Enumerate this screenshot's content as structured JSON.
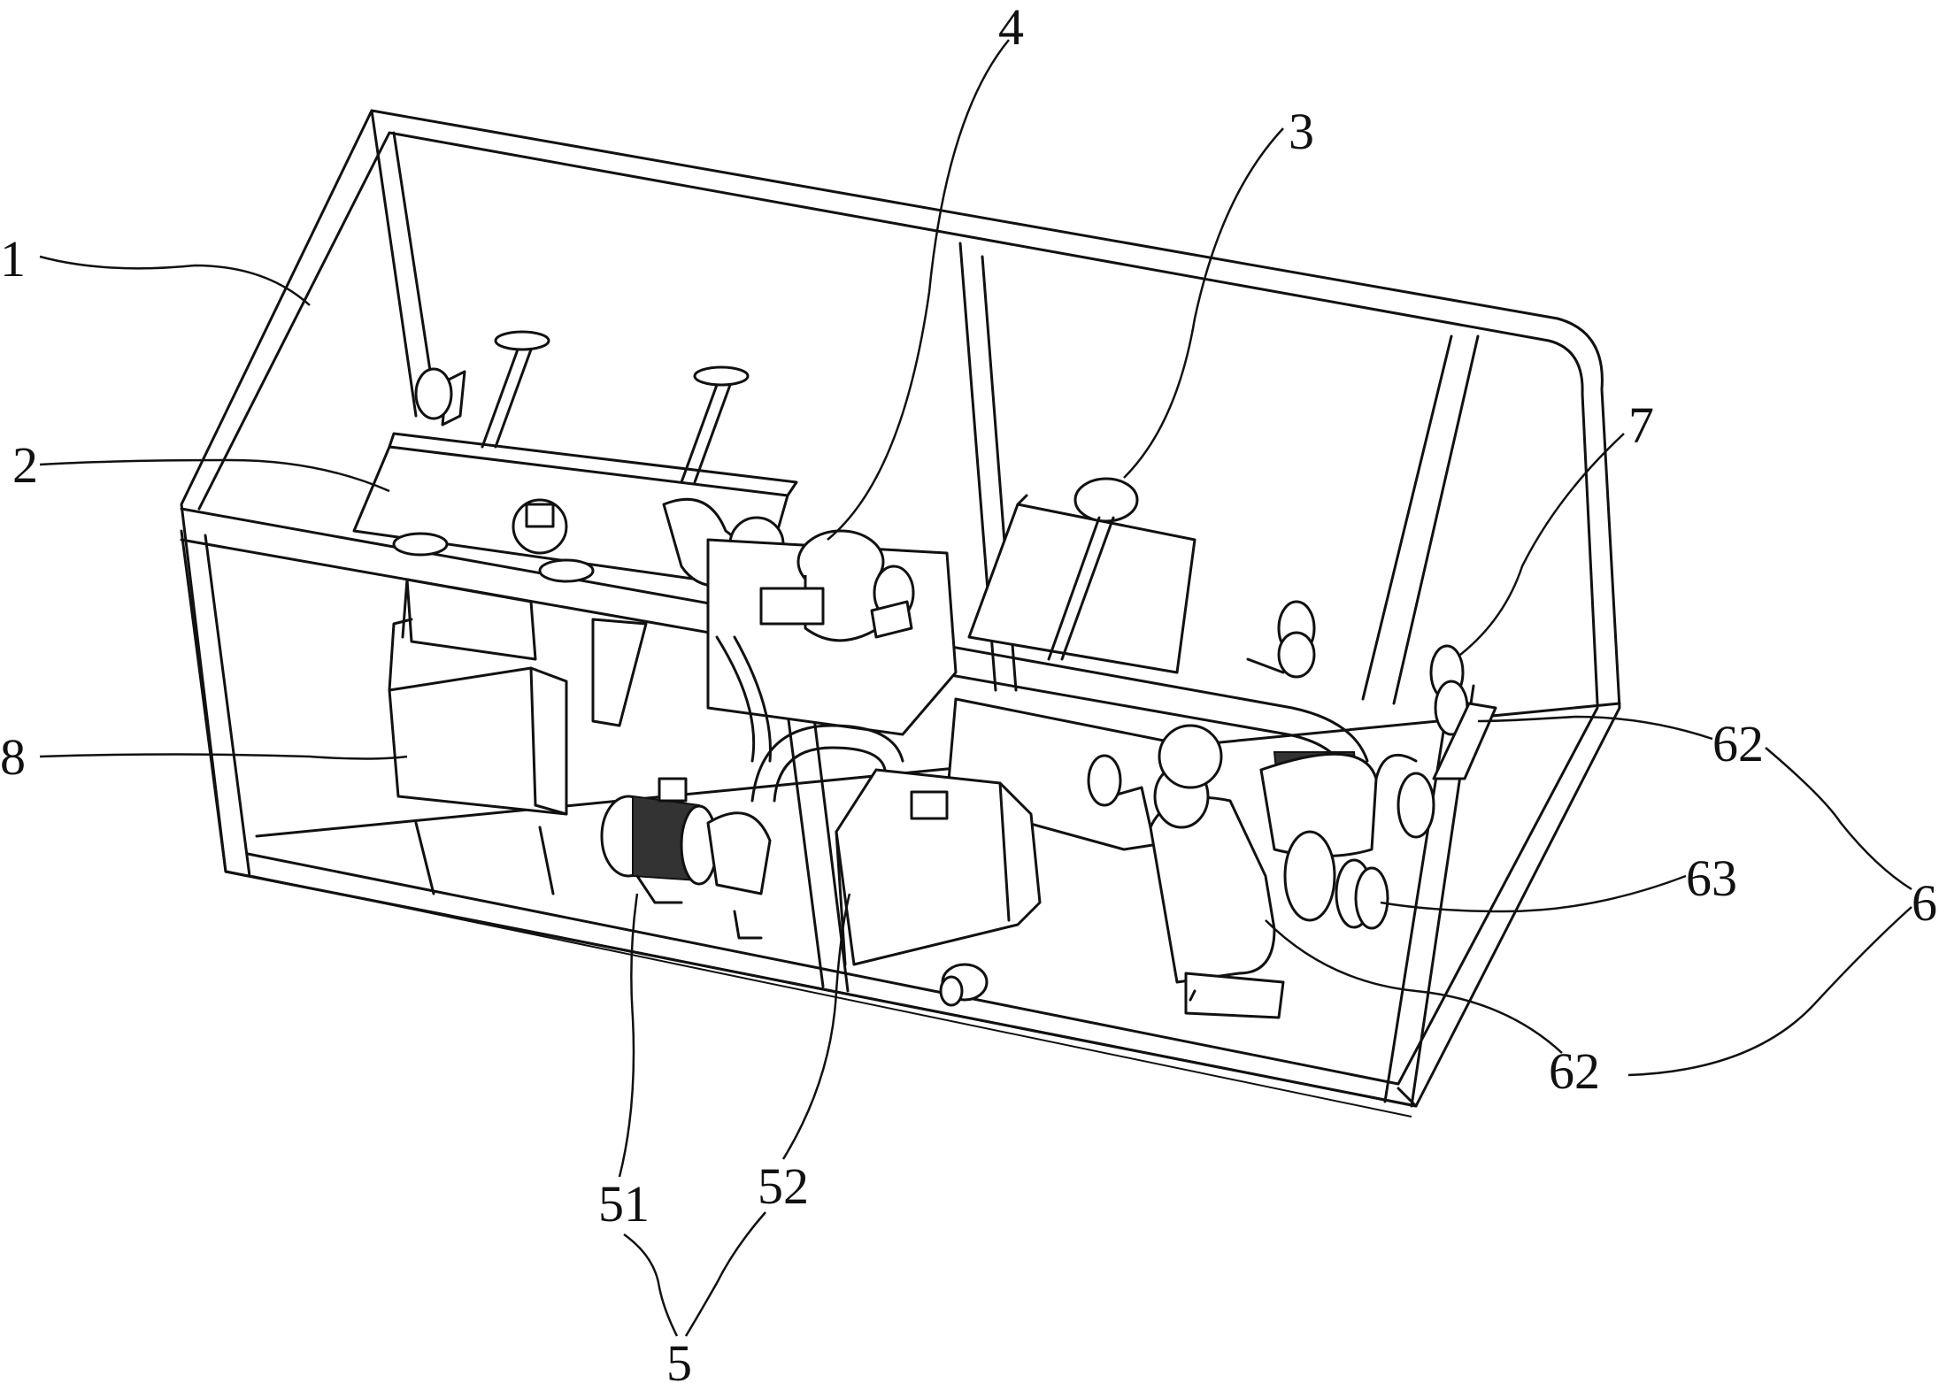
{
  "labels": {
    "l1": "1",
    "l2": "2",
    "l3": "3",
    "l4": "4",
    "l5": "5",
    "l6": "6",
    "l7": "7",
    "l8": "8",
    "l51": "51",
    "l52": "52",
    "l62a": "62",
    "l62b": "62",
    "l63": "63"
  }
}
